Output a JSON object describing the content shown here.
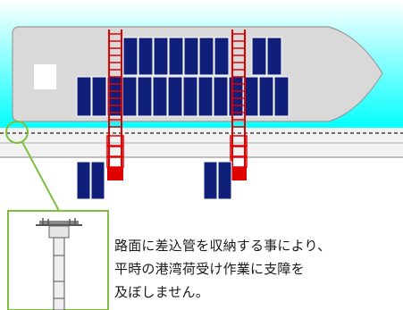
{
  "colors": {
    "sea_light": "#ffffff",
    "sea_cyan": "#00ffff",
    "hull_fill": "#d9d9d9",
    "hull_stroke": "#9a9a9a",
    "container_fill": "#10207a",
    "container_stroke": "#ffffff",
    "ladder_red": "#e00000",
    "pier_fill": "#f2f2f2",
    "pier_line": "#8a8a8a",
    "callout_green": "#7fbf3f",
    "pipe_gray": "#bcbcbc"
  },
  "icons": {
    "vessel": "cargo-ship-icon",
    "port_pipe": "insertion-pipe-icon"
  },
  "caption": {
    "line1": "路面に差込管を収納する事により、",
    "line2": "平時の港湾荷受け作業に支障を",
    "line3": "及ぼしません。"
  }
}
